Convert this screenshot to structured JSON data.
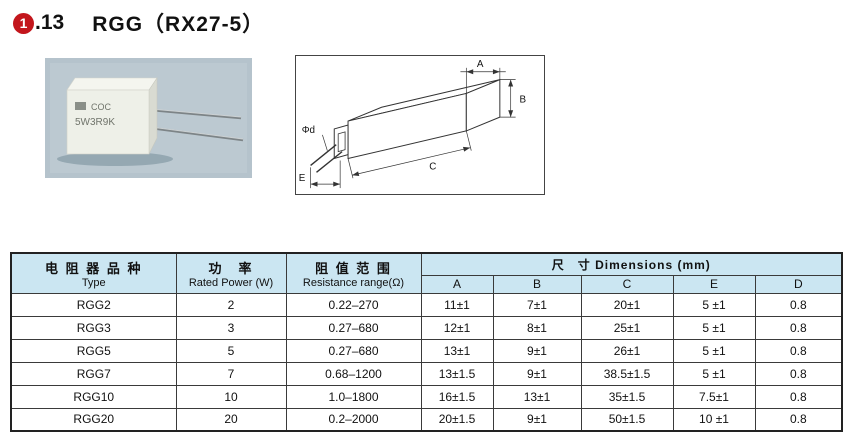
{
  "header": {
    "circled_number": "1",
    "section_suffix": ".13",
    "title": "RGG（RX27-5）"
  },
  "photo": {
    "marking_line1": "COC",
    "marking_line2": "5W3R9K"
  },
  "diagram": {
    "dim_a": "A",
    "dim_b": "B",
    "dim_c": "C",
    "dim_e": "E",
    "dim_d": "Φd"
  },
  "table": {
    "headers": {
      "type_zh": "电 阻 器 品 种",
      "type_en": "Type",
      "power_zh": "功　率",
      "power_en": "Rated Power (W)",
      "range_zh": "阻 值 范 围",
      "range_en": "Resistance range(Ω)",
      "dimensions": "尺　寸 Dimensions (mm)",
      "dim_columns": [
        "A",
        "B",
        "C",
        "E",
        "D"
      ]
    },
    "rows": [
      {
        "type": "RGG2",
        "power": "2",
        "range": "0.22–270",
        "a": "11±1",
        "b": "7±1",
        "c": "20±1",
        "e": "5 ±1",
        "d": "0.8"
      },
      {
        "type": "RGG3",
        "power": "3",
        "range": "0.27–680",
        "a": "12±1",
        "b": "8±1",
        "c": "25±1",
        "e": "5 ±1",
        "d": "0.8"
      },
      {
        "type": "RGG5",
        "power": "5",
        "range": "0.27–680",
        "a": "13±1",
        "b": "9±1",
        "c": "26±1",
        "e": "5 ±1",
        "d": "0.8"
      },
      {
        "type": "RGG7",
        "power": "7",
        "range": "0.68–1200",
        "a": "13±1.5",
        "b": "9±1",
        "c": "38.5±1.5",
        "e": "5 ±1",
        "d": "0.8"
      },
      {
        "type": "RGG10",
        "power": "10",
        "range": "1.0–1800",
        "a": "16±1.5",
        "b": "13±1",
        "c": "35±1.5",
        "e": "7.5±1",
        "d": "0.8"
      },
      {
        "type": "RGG20",
        "power": "20",
        "range": "0.2–2000",
        "a": "20±1.5",
        "b": "9±1",
        "c": "50±1.5",
        "e": "10 ±1",
        "d": "0.8"
      }
    ]
  },
  "colors": {
    "accent_red": "#c3161c",
    "table_header_bg": "#cbe6f2",
    "photo_bg": "#b5c3cc"
  }
}
